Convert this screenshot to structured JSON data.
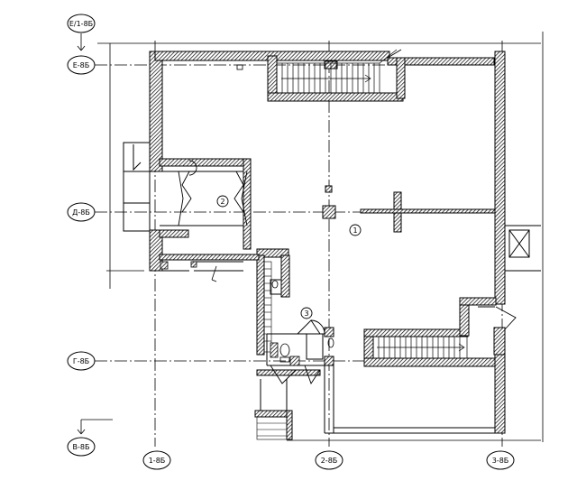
{
  "grid_axes": {
    "e1": "Е/1-8Б",
    "e": "Е-8Б",
    "d": "Д-8Б",
    "g": "Г-8Б",
    "v": "В-8Б",
    "c1": "1-8Б",
    "c2": "2-8Б",
    "c3": "3-8Б"
  },
  "rooms": {
    "r1": "1",
    "r2": "2",
    "r3": "3"
  },
  "colors": {
    "line": "#000000",
    "hatch": "#000000",
    "background": "#ffffff"
  }
}
